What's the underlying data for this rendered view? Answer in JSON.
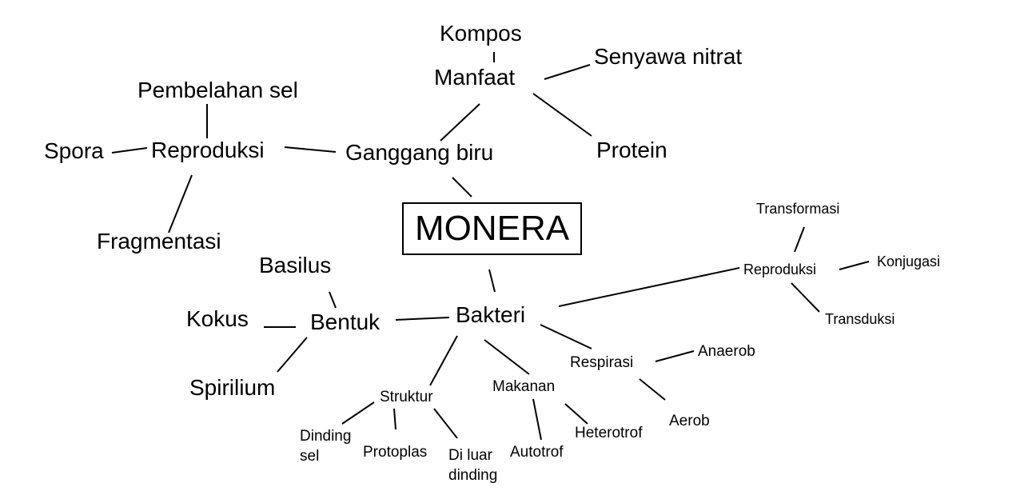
{
  "root": "MONERA",
  "ganggang": {
    "label": "Ganggang biru",
    "manfaat": {
      "label": "Manfaat",
      "items": [
        "Kompos",
        "Senyawa nitrat",
        "Protein"
      ]
    },
    "reproduksi": {
      "label": "Reproduksi",
      "items": [
        "Pembelahan sel",
        "Spora",
        "Fragmentasi"
      ]
    }
  },
  "bakteri": {
    "label": "Bakteri",
    "bentuk": {
      "label": "Bentuk",
      "items": [
        "Basilus",
        "Kokus",
        "Spirilium"
      ]
    },
    "struktur": {
      "label": "Struktur",
      "items": [
        "Dinding sel",
        "Protoplas",
        "Di luar dinding"
      ]
    },
    "makanan": {
      "label": "Makanan",
      "items": [
        "Autotrof",
        "Heterotrof"
      ]
    },
    "respirasi": {
      "label": "Respirasi",
      "items": [
        "Anaerob",
        "Aerob"
      ]
    },
    "reproduksi": {
      "label": "Reproduksi",
      "items": [
        "Transformasi",
        "Konjugasi",
        "Transduksi"
      ]
    }
  }
}
